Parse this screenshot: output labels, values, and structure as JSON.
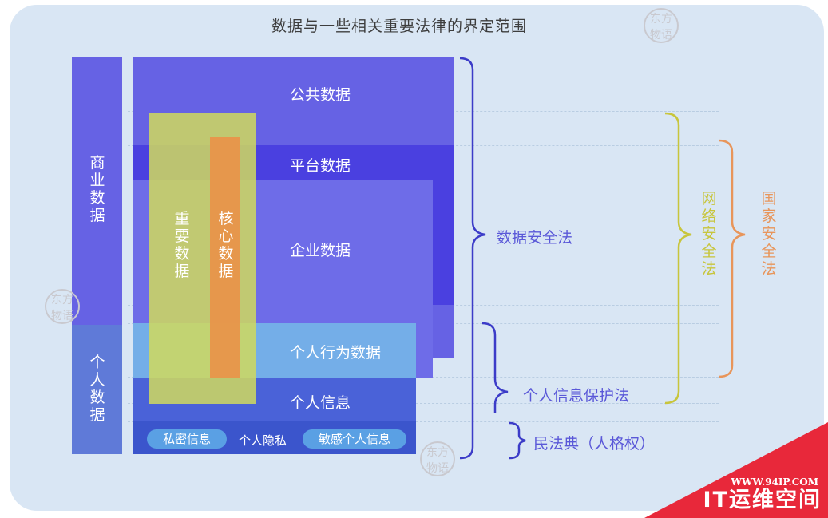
{
  "title": "数据与一些相关重要法律的界定范围",
  "left_columns": {
    "commercial": "商业数据",
    "personal": "个人数据"
  },
  "blocks": {
    "public": "公共数据",
    "platform": "平台数据",
    "enterprise": "企业数据",
    "behavior": "个人行为数据",
    "info": "个人信息",
    "important": "重要数据",
    "core": "核心数据"
  },
  "privacy": {
    "secret": "私密信息",
    "private": "个人隐私",
    "sensitive": "敏感个人信息"
  },
  "laws": {
    "data_security": "数据安全法",
    "pipl": "个人信息保护法",
    "civil_code": "民法典（人格权）",
    "cybersecurity": "网络安全法",
    "national_security": "国家安全法"
  },
  "watermark": {
    "seal": "东方\n物语",
    "url": "WWW.94IP.COM",
    "brand": "IT运维空间"
  },
  "colors": {
    "panel": "#d9e6f4",
    "violet": "#6662e4",
    "dark_violet": "#4a40e0",
    "light_blue": "#74aee8",
    "blue": "#4a62d8",
    "yellow": "#cfd95e",
    "orange": "#e89a4a",
    "law_blue": "#3c3cc8",
    "law_yellow": "#c8c53c",
    "law_orange": "#e8955a",
    "red": "#e8283a"
  }
}
